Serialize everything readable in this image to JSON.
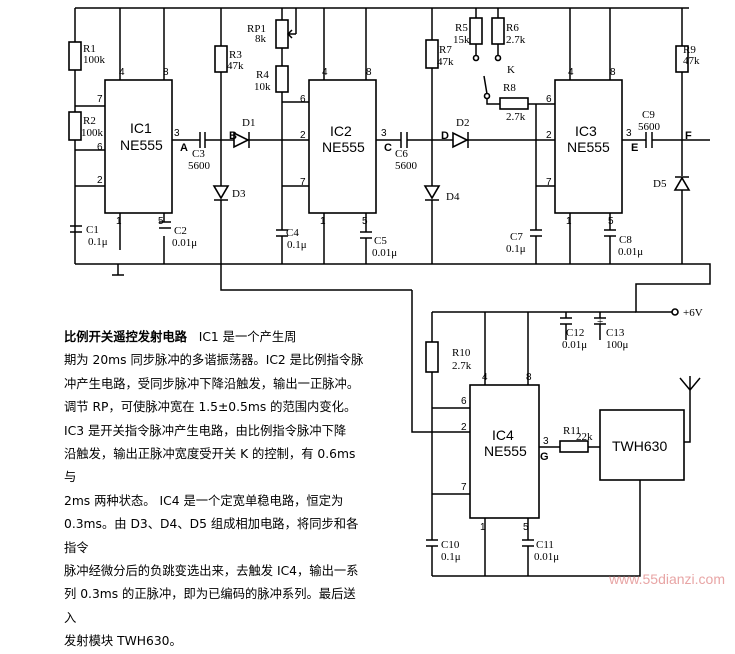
{
  "diagram": {
    "ics": [
      {
        "ref": "IC1",
        "type": "NE555"
      },
      {
        "ref": "IC2",
        "type": "NE555"
      },
      {
        "ref": "IC3",
        "type": "NE555"
      },
      {
        "ref": "IC4",
        "type": "NE555"
      }
    ],
    "module": "TWH630",
    "supply": "+6V",
    "parts": {
      "R1": [
        "R1",
        "100k"
      ],
      "R2": [
        "R2",
        "100k"
      ],
      "R3": [
        "R3",
        "47k"
      ],
      "RP1": [
        "RP1",
        "8k"
      ],
      "R4": [
        "R4",
        "10k"
      ],
      "R5": [
        "R5",
        "15k"
      ],
      "R6": [
        "R6",
        "2.7k"
      ],
      "R7": [
        "R7",
        "47k"
      ],
      "R8": [
        "R8",
        "2.7k"
      ],
      "R9": [
        "R9",
        "47k"
      ],
      "R10": [
        "R10",
        "2.7k"
      ],
      "R11": [
        "R11",
        "22k"
      ],
      "C1": [
        "C1",
        "0.1μ"
      ],
      "C2": [
        "C2",
        "0.01μ"
      ],
      "C3": [
        "C3",
        "5600"
      ],
      "C4": [
        "C4",
        "0.1μ"
      ],
      "C5": [
        "C5",
        "0.01μ"
      ],
      "C6": [
        "C6",
        "5600"
      ],
      "C7": [
        "C7",
        "0.1μ"
      ],
      "C8": [
        "C8",
        "0.01μ"
      ],
      "C9": [
        "C9",
        "5600"
      ],
      "C10": [
        "C10",
        "0.1μ"
      ],
      "C11": [
        "C11",
        "0.01μ"
      ],
      "C12": [
        "C12",
        "0.01μ"
      ],
      "C13": [
        "C13",
        "100μ"
      ]
    },
    "diodes": [
      "D1",
      "D2",
      "D3",
      "D4",
      "D5"
    ],
    "switch": "K",
    "nodes": [
      "A",
      "B",
      "C",
      "D",
      "E",
      "F",
      "G"
    ]
  },
  "description": {
    "title": "比例开关遥控发射电路",
    "lines": [
      "IC1 是一个产生周",
      "期为 20ms 同步脉冲的多谐振荡器。IC2 是比例指令脉",
      "冲产生电路，受同步脉冲下降沿触发，输出一正脉冲。",
      "调节 RP，可使脉冲宽在 1.5±0.5ms 的范围内变化。",
      "IC3 是开关指令脉冲产生电路，由比例指令脉冲下降",
      "沿触发，输出正脉冲宽度受开关 K 的控制，有 0.6ms 与",
      "2ms 两种状态。  IC4 是一个定宽单稳电路，恒定为",
      "0.3ms。由 D3、D4、D5 组成相加电路，将同步和各指令",
      "脉冲经微分后的负跳变选出来，去触发 IC4，输出一系",
      "列 0.3ms 的正脉冲，即为已编码的脉冲系列。最后送入",
      "发射模块 TWH630。"
    ]
  },
  "watermark": "www.55dianzi.com"
}
